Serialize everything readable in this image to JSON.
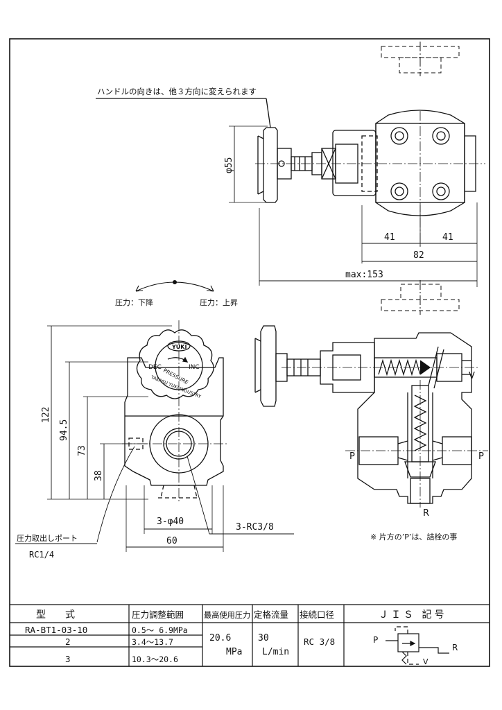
{
  "notes": {
    "handle_note": "ハンドルの向きは、他３方向に変えられます",
    "pressure_down": "圧力：下降",
    "pressure_up": "圧力：上昇",
    "gauge_port": "圧力取出しポート",
    "gauge_port_size": "RC1/4",
    "plug_note": "※ 片方の’P’は、詰栓の事"
  },
  "dimensions": {
    "phi55": "φ55",
    "d41_left": "41",
    "d41_right": "41",
    "d82": "82",
    "max153": "max:153",
    "d122": "122",
    "d94_5": "94.5",
    "d73": "73",
    "d38": "38",
    "phi40": "3-φ40",
    "rc38": "3-RC3/8",
    "d60": "60"
  },
  "knob": {
    "brand": "YUKI",
    "dec": "DEC",
    "inc": "INC",
    "pressure": "PRESSURE",
    "maker": "TAKASU YUKI INDUSTRY"
  },
  "ports": {
    "v": "V",
    "p_left": "P",
    "p_right": "P",
    "r": "R"
  },
  "table": {
    "headers": [
      "型　　式",
      "圧力調整範囲",
      "最高使用圧力",
      "定格流量",
      "接続口径",
      "ＪＩＳ 記号"
    ],
    "rows": [
      {
        "model": "RA-BT1-03-10",
        "range": "0.5～ 6.9MPa"
      },
      {
        "model": "2",
        "range": "3.4～13.7"
      },
      {
        "model": "3",
        "range": "10.3～20.6"
      }
    ],
    "max_pressure_value": "20.6",
    "max_pressure_unit": "MPa",
    "flow_value": "30",
    "flow_unit": "L/min",
    "connection": "RC 3/8",
    "jis": {
      "p": "P",
      "r": "R",
      "v": "V"
    }
  }
}
